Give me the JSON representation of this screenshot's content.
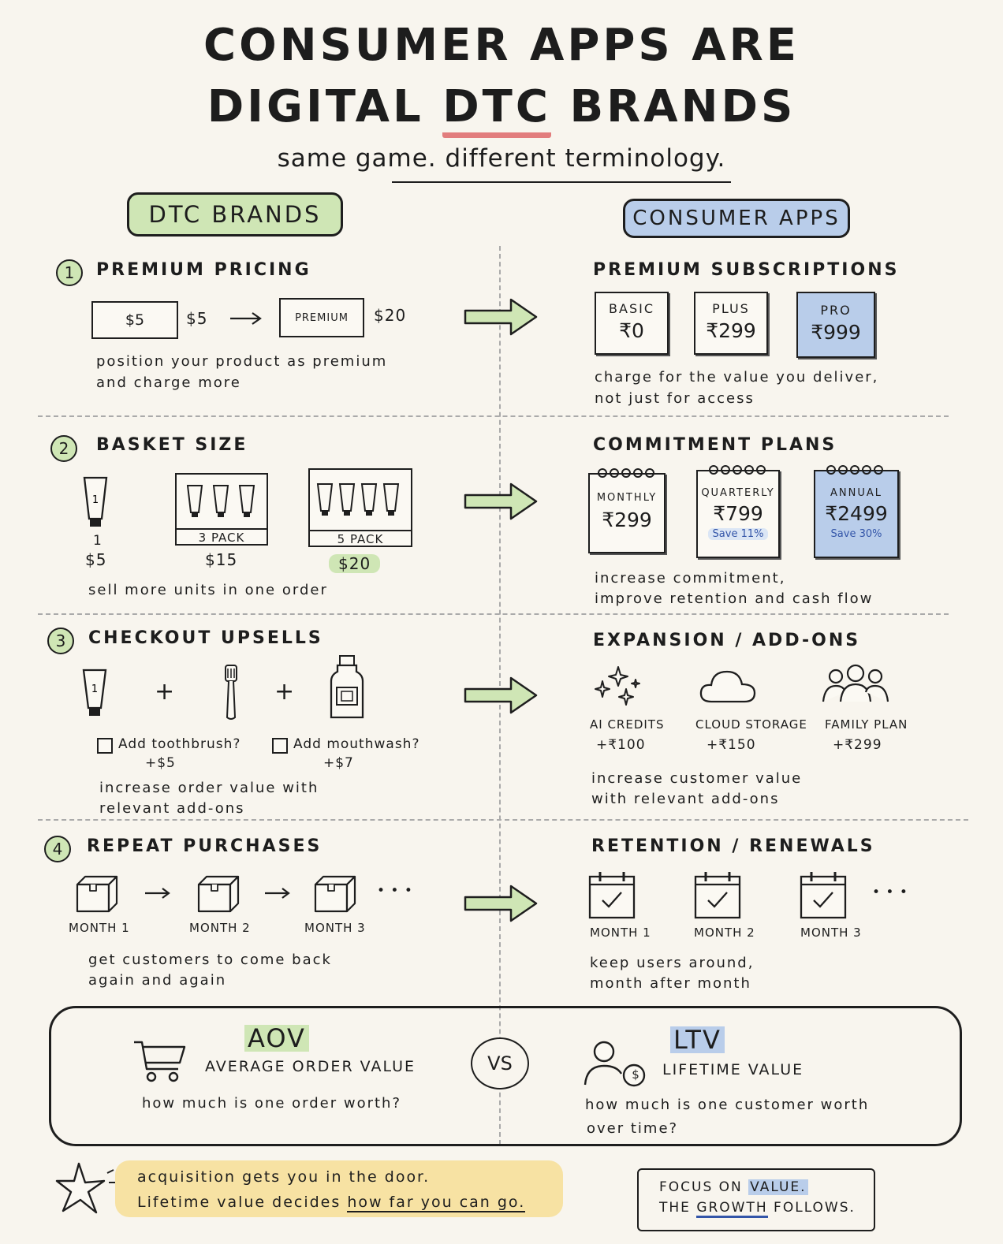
{
  "header": {
    "title_line1": "CONSUMER APPS ARE",
    "title_line2_pre": "DIGITAL ",
    "title_line2_em": "DTC",
    "title_line2_post": " BRANDS",
    "subtitle": "same game. different terminology."
  },
  "columns": {
    "left_label": "DTC BRANDS",
    "right_label": "CONSUMER APPS"
  },
  "colors": {
    "green": "#cfe6b5",
    "blue": "#b9cdea",
    "yellow": "#f7e2a3",
    "red": "#e27d7d",
    "ink": "#1e1e1e"
  },
  "sections": [
    {
      "num": "1",
      "left_title": "PREMIUM PRICING",
      "tag_basic": "$5",
      "price_basic": "$5",
      "tag_premium": "PREMIUM",
      "price_premium": "$20",
      "left_desc1": "position your product as premium",
      "left_desc2": "and charge more",
      "right_title": "PREMIUM SUBSCRIPTIONS",
      "tiers": [
        {
          "name": "BASIC",
          "price": "₹0"
        },
        {
          "name": "PLUS",
          "price": "₹299"
        },
        {
          "name": "PRO",
          "price": "₹999"
        }
      ],
      "right_desc1": "charge for the value you deliver,",
      "right_desc2": "not just for access"
    },
    {
      "num": "2",
      "left_title": "BASKET SIZE",
      "tube_label": "1",
      "pack3_label": "3 PACK",
      "pack5_label": "5 PACK",
      "price_1": "$5",
      "price_3": "$15",
      "price_5": "$20",
      "left_desc": "sell more units in one order",
      "right_title": "COMMITMENT PLANS",
      "plans": [
        {
          "name": "MONTHLY",
          "price": "₹299",
          "save": ""
        },
        {
          "name": "QUARTERLY",
          "price": "₹799",
          "save": "Save 11%"
        },
        {
          "name": "ANNUAL",
          "price": "₹2499",
          "save": "Save 30%"
        }
      ],
      "right_desc1": "increase commitment,",
      "right_desc2": "improve retention and cash flow"
    },
    {
      "num": "3",
      "left_title": "CHECKOUT UPSELLS",
      "plus": "+",
      "addon1_label": "Add toothbrush?",
      "addon1_price": "+$5",
      "addon2_label": "Add mouthwash?",
      "addon2_price": "+$7",
      "left_desc1": "increase order value with",
      "left_desc2": "relevant add-ons",
      "right_title": "EXPANSION / ADD-ONS",
      "addons": [
        {
          "name": "AI CREDITS",
          "price": "+₹100",
          "icon": "sparkles-icon"
        },
        {
          "name": "CLOUD STORAGE",
          "price": "+₹150",
          "icon": "cloud-icon"
        },
        {
          "name": "FAMILY PLAN",
          "price": "+₹299",
          "icon": "people-icon"
        }
      ],
      "right_desc1": "increase customer value",
      "right_desc2": "with relevant add-ons"
    },
    {
      "num": "4",
      "left_title": "REPEAT PURCHASES",
      "months_left": [
        "MONTH 1",
        "MONTH 2",
        "MONTH 3"
      ],
      "ellipsis": "• • •",
      "left_desc1": "get customers to come back",
      "left_desc2": "again and again",
      "right_title": "RETENTION / RENEWALS",
      "months_right": [
        "MONTH 1",
        "MONTH 2",
        "MONTH 3"
      ],
      "right_desc1": "keep users around,",
      "right_desc2": "month after month"
    }
  ],
  "summary": {
    "aov_abbr": "AOV",
    "aov_full": "AVERAGE ORDER VALUE",
    "aov_q": "how much is one order worth?",
    "vs": "VS",
    "ltv_abbr": "LTV",
    "ltv_full": "LIFETIME VALUE",
    "ltv_q1": "how much is one customer worth",
    "ltv_q2": "over time?",
    "ltv_coin": "$"
  },
  "footer": {
    "note1": "acquisition gets you in the door.",
    "note2_pre": "Lifetime value decides ",
    "note2_em": "how far you can go.",
    "box_line1_pre": "FOCUS ON ",
    "box_line1_em": "VALUE.",
    "box_line2_pre": "THE ",
    "box_line2_em": "GROWTH",
    "box_line2_post": " FOLLOWS."
  }
}
